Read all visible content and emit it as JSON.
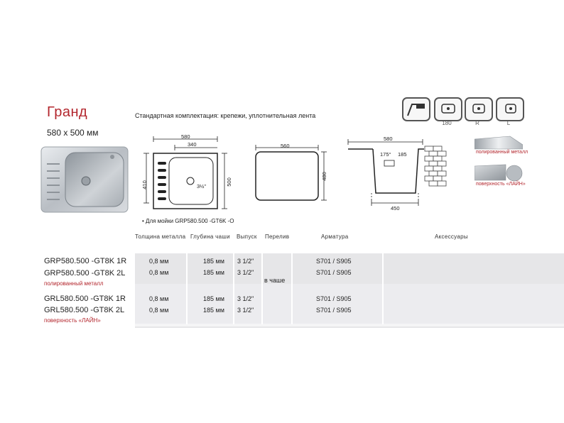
{
  "product": {
    "title": "Гранд",
    "dimensions": "580 x 500 мм"
  },
  "kit_note": "Стандартная комплектация: крепежи, уплотнительная лента",
  "drawing1": {
    "w_total": "580",
    "w_bowl": "340",
    "h_side": "410",
    "h_total": "500",
    "drain": "3½\""
  },
  "drawing2": {
    "w": "560",
    "h": "480"
  },
  "drawing3": {
    "w_top": "580",
    "angle": "175°",
    "depth": "185",
    "w_bottom": "450"
  },
  "cutout_note": "• Для мойки GRP580.500 -GT6K -O",
  "icons": [
    {
      "name": "mount-icon",
      "caption": ""
    },
    {
      "name": "bowl-180-icon",
      "caption": "180"
    },
    {
      "name": "bowl-r-icon",
      "caption": "R"
    },
    {
      "name": "bowl-l-icon",
      "caption": "L"
    }
  ],
  "materials": [
    {
      "label": "полированный металл"
    },
    {
      "label": "поверхность «ЛАЙН»"
    }
  ],
  "table": {
    "headers": [
      "Толщина металла",
      "Глубина чаши",
      "Выпуск",
      "Перелив",
      "Арматура",
      "Аксессуары"
    ],
    "rows": [
      {
        "model": "GRP580.500 -GT8K 1R",
        "thickness": "0,8 мм",
        "depth": "185 мм",
        "outlet": "3 1/2\"",
        "fittings": "S701 / S905"
      },
      {
        "model": "GRP580.500 -GT8K 2L",
        "thickness": "0,8 мм",
        "depth": "185 мм",
        "outlet": "3 1/2\"",
        "fittings": "S701 / S905"
      },
      {
        "model": "GRL580.500 -GT8K 1R",
        "thickness": "0,8 мм",
        "depth": "185 мм",
        "outlet": "3 1/2\"",
        "fittings": "S701 / S905"
      },
      {
        "model": "GRL580.500 -GT8K 2L",
        "thickness": "0,8 мм",
        "depth": "185 мм",
        "outlet": "3 1/2\"",
        "fittings": "S701 / S905"
      }
    ],
    "overflow": "в чаше",
    "group_labels": [
      "полированный металл",
      "поверхность «ЛАЙН»"
    ]
  },
  "colors": {
    "accent": "#b3262d",
    "band": "#e6e6e8"
  }
}
